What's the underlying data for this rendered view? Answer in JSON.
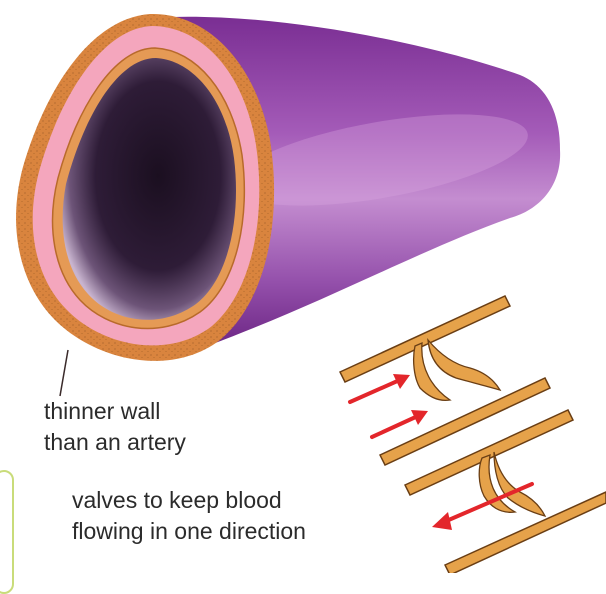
{
  "labels": {
    "wall": [
      "thinner wall",
      "than an artery"
    ],
    "valves": [
      "valves to keep blood",
      "flowing in one direction"
    ]
  },
  "icons": {
    "vein": "vein-cross-section-illustration",
    "valve_top": "valve-segment-open",
    "valve_bottom": "valve-segment-closed",
    "arrows": "blood-flow-arrow"
  },
  "colors": {
    "vein_body": "#8a3fa6",
    "lumen": "#2a1a30",
    "wall_pink": "#f4a6bd",
    "wall_orange": "#d9843e",
    "valve_tube": "#e6a24a",
    "valve_outline": "#6a3e14",
    "arrow": "#e3262b",
    "text": "#2b2b2b"
  }
}
